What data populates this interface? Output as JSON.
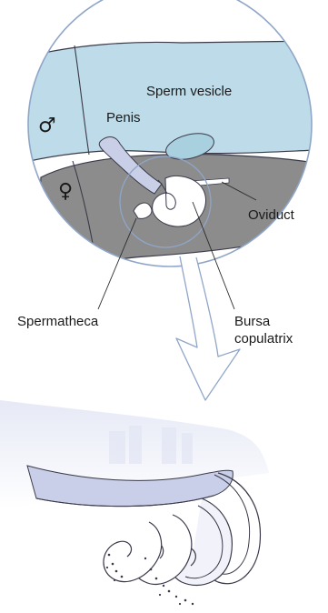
{
  "labels": {
    "male_symbol": "♂",
    "female_symbol": "♀",
    "sperm_vesicle": "Sperm vesicle",
    "penis": "Penis",
    "oviduct": "Oviduct",
    "spermatheca": "Spermatheca",
    "bursa_line1": "Bursa",
    "bursa_line2": "copulatrix"
  },
  "colors": {
    "male_body": "#bddbe8",
    "female_body": "#8c8c8c",
    "outline": "#3a3a4a",
    "circle_line": "#8fa6c8",
    "arrow_line": "#8fa6c8",
    "lower_tint": "#d8dcef"
  }
}
